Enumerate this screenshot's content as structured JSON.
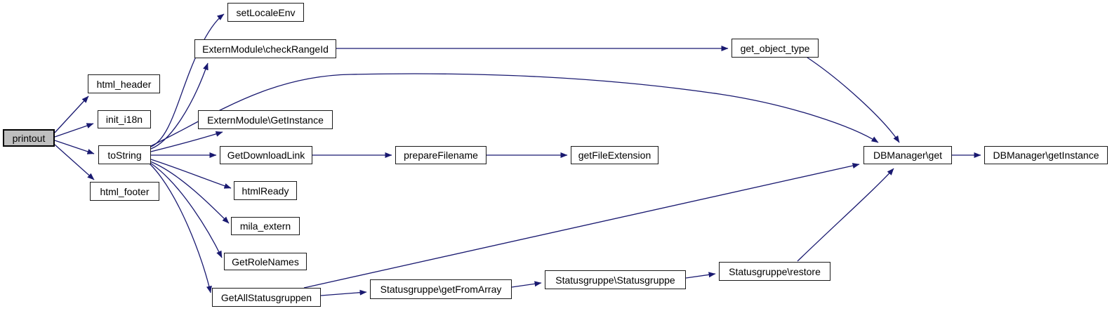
{
  "diagram": {
    "type": "call-graph",
    "root_function": "printout",
    "colors": {
      "edge": "#191970",
      "node_fill": "#ffffff",
      "node_border": "#1a1a1a",
      "root_node_fill": "#bfbfbf",
      "background": "#ffffff"
    }
  },
  "nodes": [
    {
      "id": "printout",
      "label": "printout"
    },
    {
      "id": "html_header",
      "label": "html_header"
    },
    {
      "id": "init_i18n",
      "label": "init_i18n"
    },
    {
      "id": "toString",
      "label": "toString"
    },
    {
      "id": "html_footer",
      "label": "html_footer"
    },
    {
      "id": "setLocaleEnv",
      "label": "setLocaleEnv"
    },
    {
      "id": "checkRangeId",
      "label": "ExternModule\\checkRangeId"
    },
    {
      "id": "GetInstance",
      "label": "ExternModule\\GetInstance"
    },
    {
      "id": "GetDownloadLink",
      "label": "GetDownloadLink"
    },
    {
      "id": "prepareFilename",
      "label": "prepareFilename"
    },
    {
      "id": "getFileExtension",
      "label": "getFileExtension"
    },
    {
      "id": "htmlReady",
      "label": "htmlReady"
    },
    {
      "id": "mila_extern",
      "label": "mila_extern"
    },
    {
      "id": "GetRoleNames",
      "label": "GetRoleNames"
    },
    {
      "id": "GetAllStatusgruppen",
      "label": "GetAllStatusgruppen"
    },
    {
      "id": "getFromArray",
      "label": "Statusgruppe\\getFromArray"
    },
    {
      "id": "Statusgruppe",
      "label": "Statusgruppe\\Statusgruppe"
    },
    {
      "id": "restore",
      "label": "Statusgruppe\\restore"
    },
    {
      "id": "get_object_type",
      "label": "get_object_type"
    },
    {
      "id": "DBManager_get",
      "label": "DBManager\\get"
    },
    {
      "id": "DBManager_getInstance",
      "label": "DBManager\\getInstance"
    }
  ],
  "edges": [
    {
      "from": "printout",
      "to": "html_header"
    },
    {
      "from": "printout",
      "to": "init_i18n"
    },
    {
      "from": "printout",
      "to": "toString"
    },
    {
      "from": "printout",
      "to": "html_footer"
    },
    {
      "from": "toString",
      "to": "setLocaleEnv"
    },
    {
      "from": "toString",
      "to": "ExternModule\\checkRangeId"
    },
    {
      "from": "toString",
      "to": "ExternModule\\GetInstance"
    },
    {
      "from": "toString",
      "to": "GetDownloadLink"
    },
    {
      "from": "toString",
      "to": "htmlReady"
    },
    {
      "from": "toString",
      "to": "mila_extern"
    },
    {
      "from": "toString",
      "to": "GetRoleNames"
    },
    {
      "from": "toString",
      "to": "GetAllStatusgruppen"
    },
    {
      "from": "toString",
      "to": "DBManager\\get"
    },
    {
      "from": "ExternModule\\checkRangeId",
      "to": "get_object_type"
    },
    {
      "from": "get_object_type",
      "to": "DBManager\\get"
    },
    {
      "from": "GetDownloadLink",
      "to": "prepareFilename"
    },
    {
      "from": "prepareFilename",
      "to": "getFileExtension"
    },
    {
      "from": "GetAllStatusgruppen",
      "to": "Statusgruppe\\getFromArray"
    },
    {
      "from": "GetAllStatusgruppen",
      "to": "DBManager\\get"
    },
    {
      "from": "Statusgruppe\\getFromArray",
      "to": "Statusgruppe\\Statusgruppe"
    },
    {
      "from": "Statusgruppe\\Statusgruppe",
      "to": "Statusgruppe\\restore"
    },
    {
      "from": "Statusgruppe\\restore",
      "to": "DBManager\\get"
    },
    {
      "from": "DBManager\\get",
      "to": "DBManager\\getInstance"
    }
  ]
}
